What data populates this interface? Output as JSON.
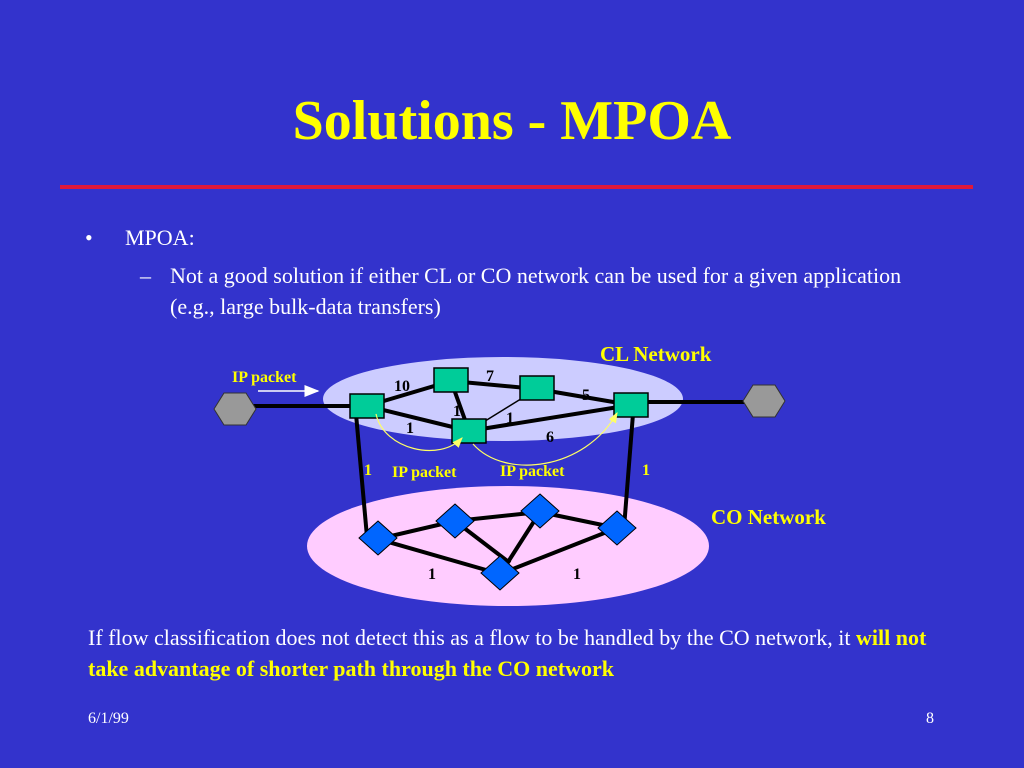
{
  "slide": {
    "title": "Solutions - MPOA",
    "bullet": "MPOA:",
    "bullet_marker": "•",
    "sub_marker": "–",
    "sub_bullet": "Not a good solution if either CL or CO network can be used for a given application (e.g., large bulk-data transfers)",
    "caption_plain": "If flow classification does not detect this as a flow to be handled by the CO network, it ",
    "caption_bold": "will not take advantage of shorter path through the CO network",
    "date": "6/1/99",
    "page": "8"
  },
  "diagram": {
    "cl_label": "CL Network",
    "co_label": "CO Network",
    "ip_packet_top": "IP packet",
    "ip_packet_left": "IP packet",
    "ip_packet_right": "IP packet",
    "weights": {
      "w10": "10",
      "w7": "7",
      "w5": "5",
      "w1_a": "1",
      "w1_b": "1",
      "w1_c": "1",
      "w6": "6",
      "w1_left_link": "1",
      "w1_right_link": "1",
      "w1_co_left": "1",
      "w1_co_right": "1"
    },
    "colors": {
      "cl_cloud": "#CCCCFF",
      "co_cloud": "#FFCCFF",
      "cl_node": "#00CC99",
      "co_node": "#0066FF",
      "host": "#999999",
      "label": "#FFFF00",
      "text_dark": "#000000"
    }
  }
}
